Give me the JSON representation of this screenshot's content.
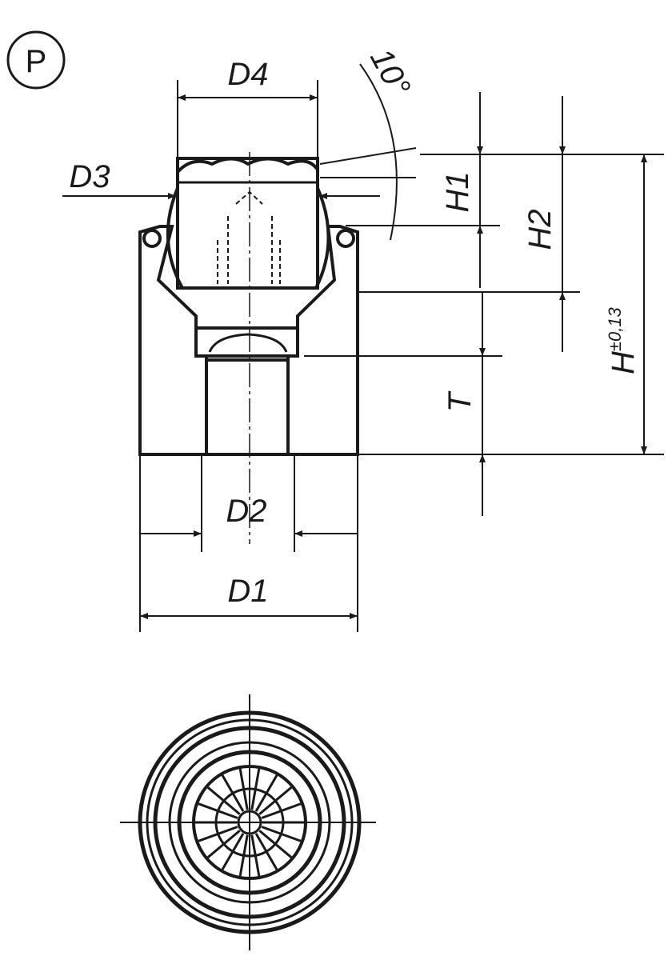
{
  "symbol": "P",
  "labels": {
    "d4": "D4",
    "angle": "10°",
    "d3": "D3",
    "h1": "H1",
    "h2": "H2",
    "h": "H",
    "h_tol": "±0,13",
    "t": "T",
    "d2": "D2",
    "d1": "D1"
  },
  "colors": {
    "ink": "#1a1a1a",
    "background": "#ffffff"
  }
}
